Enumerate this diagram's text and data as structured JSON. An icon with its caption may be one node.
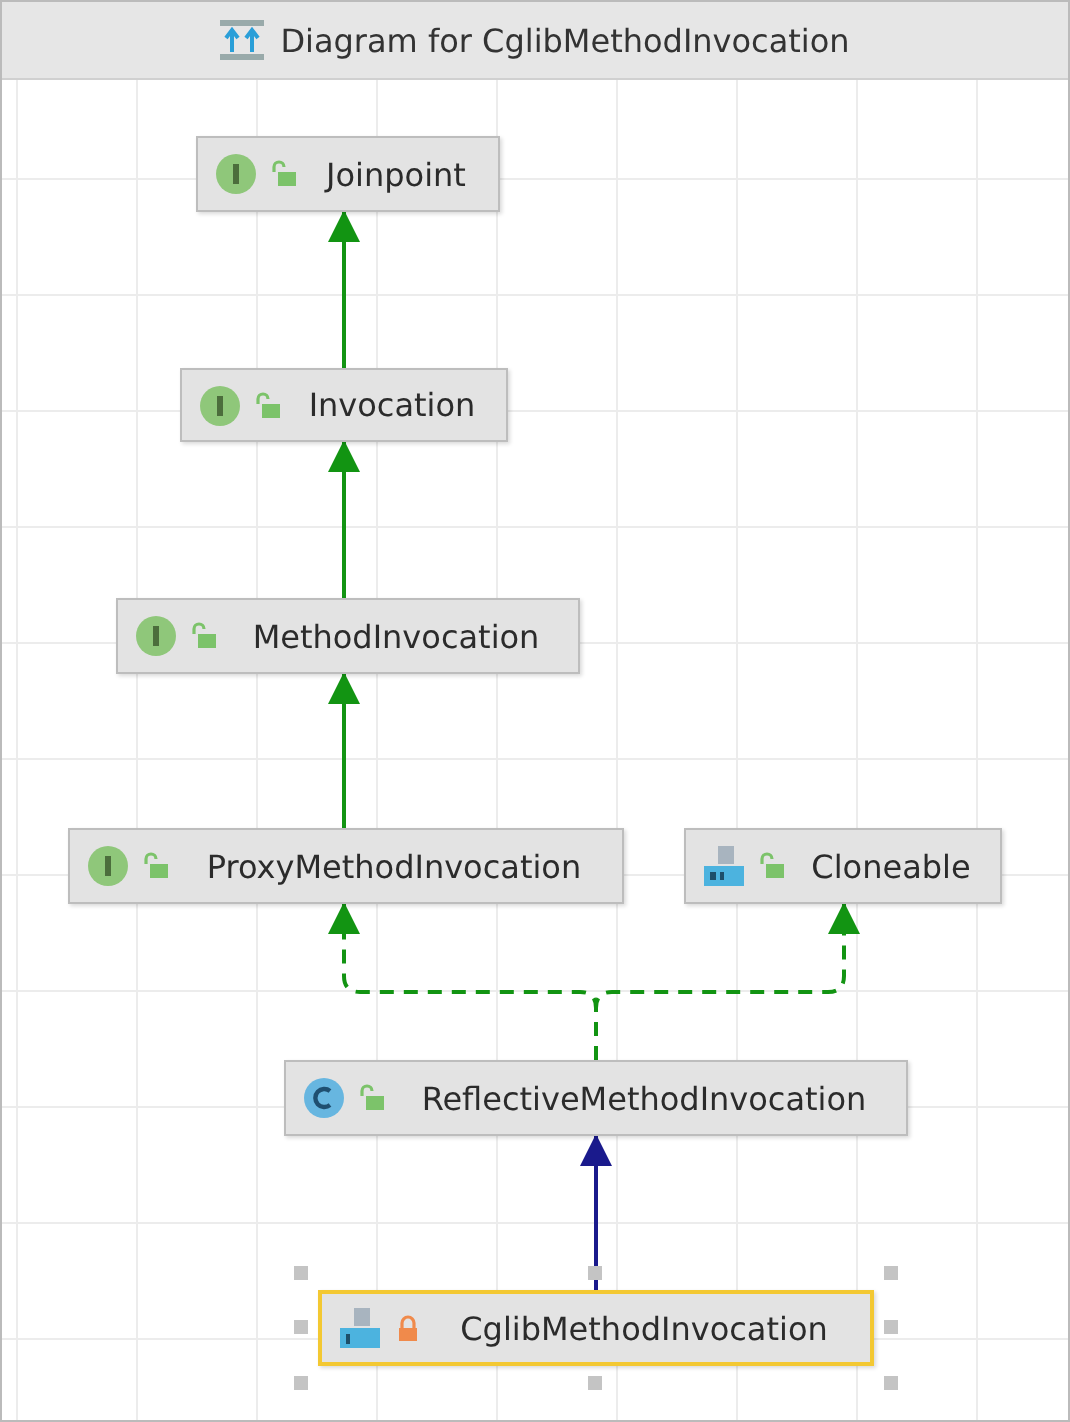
{
  "diagram": {
    "title": "Diagram for CglibMethodInvocation",
    "nodes": [
      {
        "text": [
          "Joinpoint"
        ]
      },
      {
        "text": [
          "Invocation"
        ]
      },
      {
        "text": [
          "MethodInvocation"
        ]
      },
      {
        "text": [
          "ProxyMethodInvocation"
        ]
      },
      {
        "text": [
          "Cloneable"
        ]
      },
      {
        "text": [
          "ReflectiveMethodInvocation"
        ]
      },
      {
        "text": [
          "CglibMethodInvocation"
        ]
      }
    ],
    "edges": [
      {
        "from": 1,
        "to": 0,
        "arrow": "to"
      },
      {
        "from": 2,
        "to": 1,
        "arrow": "to"
      },
      {
        "from": 3,
        "to": 2,
        "arrow": "to"
      },
      {
        "from": 5,
        "to": 3,
        "arrow": "to",
        "style": "dashed"
      },
      {
        "from": 5,
        "to": 4,
        "arrow": "to",
        "style": "dashed"
      },
      {
        "from": 6,
        "to": 5,
        "arrow": "to",
        "color": "#1a1a8c"
      }
    ]
  }
}
